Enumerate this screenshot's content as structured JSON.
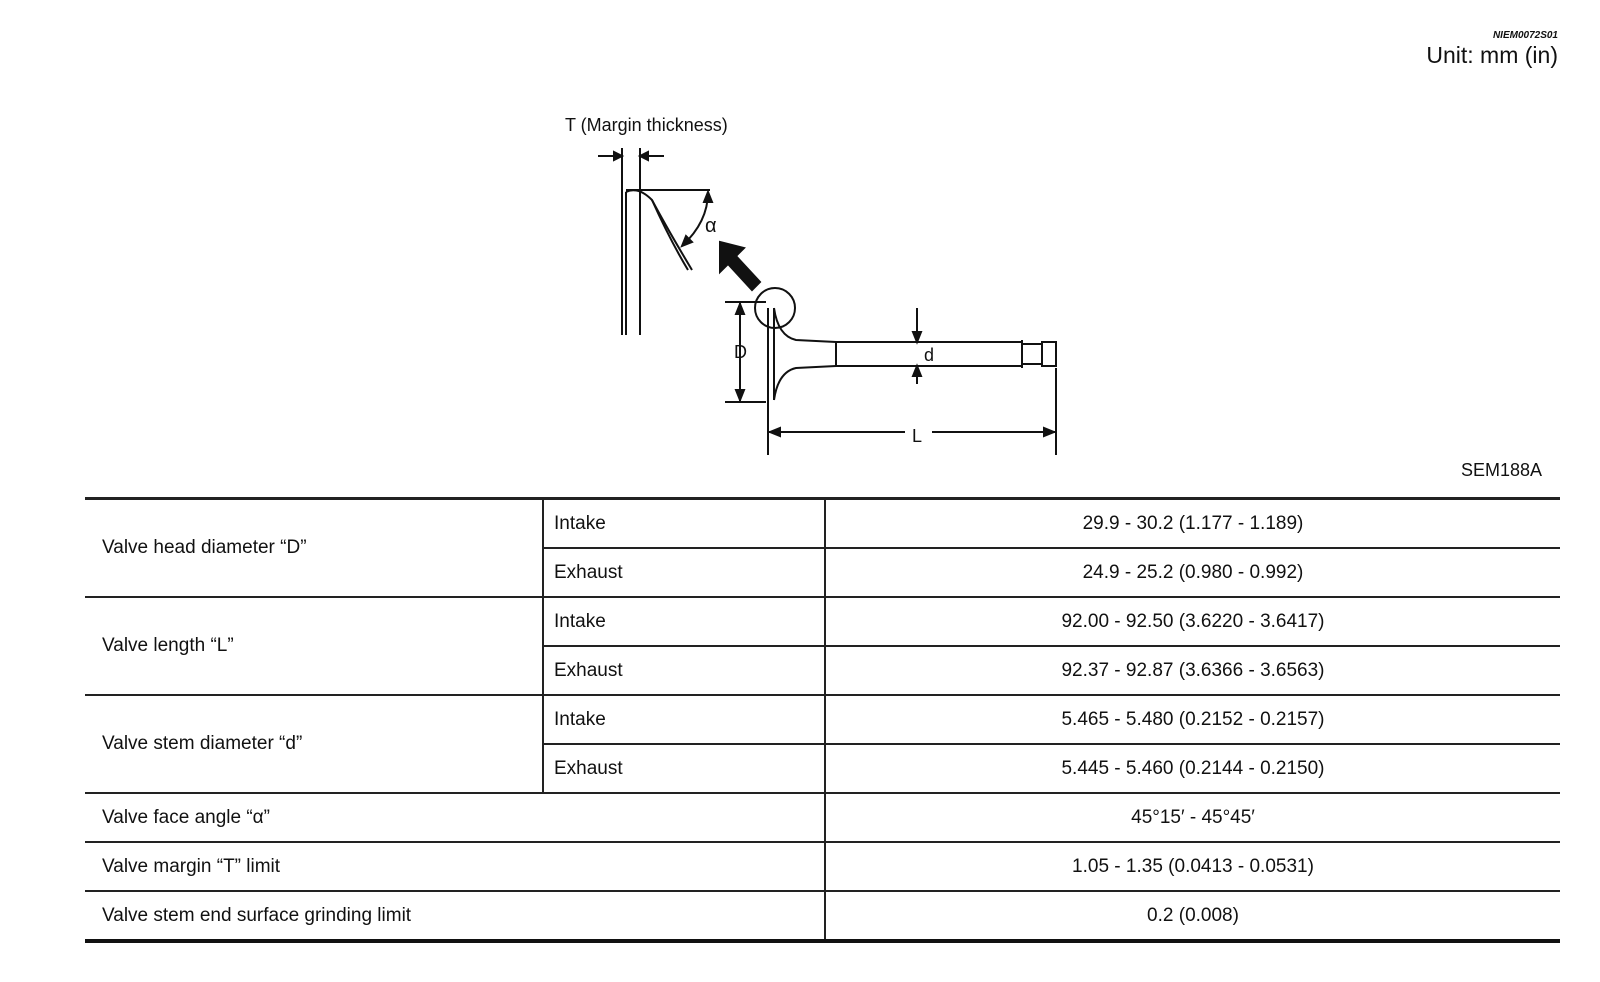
{
  "header": {
    "ref_code": "NIEM0072S01",
    "unit": "Unit: mm (in)"
  },
  "figure": {
    "margin_label": "T (Margin thickness)",
    "alpha_label": "α",
    "D_label": "D",
    "d_label": "d",
    "L_label": "L",
    "code": "SEM188A"
  },
  "table": {
    "rows": [
      {
        "item": "Valve head diameter “D”",
        "sub": "Intake",
        "value": "29.9 - 30.2 (1.177 - 1.189)"
      },
      {
        "sub": "Exhaust",
        "value": "24.9 - 25.2 (0.980 - 0.992)"
      },
      {
        "item": "Valve length “L”",
        "sub": "Intake",
        "value": "92.00 - 92.50 (3.6220 - 3.6417)"
      },
      {
        "sub": "Exhaust",
        "value": "92.37 - 92.87 (3.6366 - 3.6563)"
      },
      {
        "item": "Valve stem diameter “d”",
        "sub": "Intake",
        "value": "5.465 - 5.480 (0.2152 - 0.2157)"
      },
      {
        "sub": "Exhaust",
        "value": "5.445 - 5.460 (0.2144 - 0.2150)"
      },
      {
        "item": "Valve face angle “α”",
        "value": "45°15′ - 45°45′"
      },
      {
        "item": "Valve margin “T” limit",
        "value": "1.05 - 1.35 (0.0413 - 0.0531)"
      },
      {
        "item": "Valve stem end surface grinding limit",
        "value": "0.2 (0.008)"
      }
    ]
  }
}
